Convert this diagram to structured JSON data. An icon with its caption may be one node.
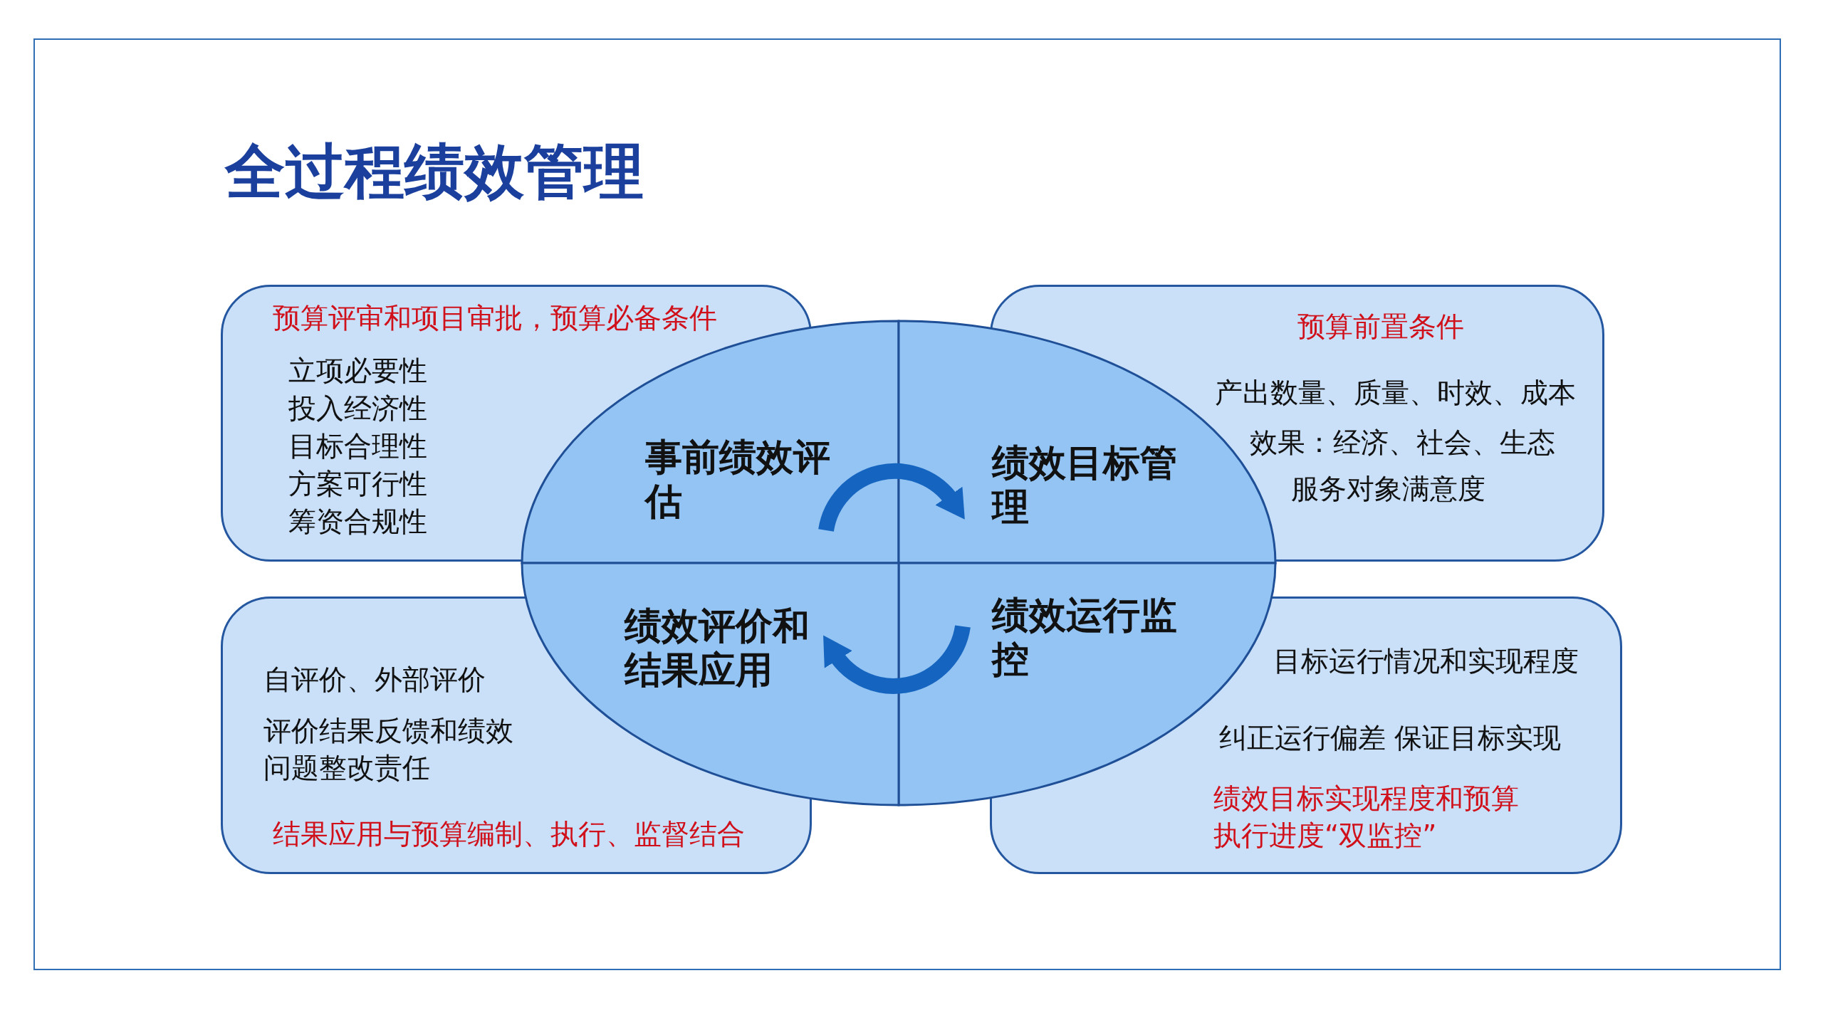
{
  "diagram": {
    "title": "全过程绩效管理",
    "nodes": [
      {
        "text": [
          "预算评审和项目审批，预算必备条件",
          "立项必要性",
          "投入经济性",
          "目标合理性",
          "方案可行性",
          "筹资合规性"
        ]
      },
      {
        "text": [
          "预算前置条件",
          "产出数量、质量、时效、成本",
          "效果：经济、社会、生态",
          "服务对象满意度"
        ]
      },
      {
        "text": [
          "自评价、外部评价",
          "评价结果反馈和绩效问题整改责任",
          "结果应用与预算编制、执行、监督结合"
        ]
      },
      {
        "text": [
          "目标运行情况和实现程度",
          "纠正运行偏差 保证目标实现",
          "绩效目标实现程度和预算执行进度“双监控”"
        ]
      },
      {
        "text": [
          "事前绩效评估"
        ]
      },
      {
        "text": [
          "绩效目标管理"
        ]
      },
      {
        "text": [
          "绩效运行监控"
        ]
      },
      {
        "text": [
          "绩效评价和结果应用"
        ]
      }
    ],
    "edges": [
      {
        "from": 4,
        "to": 5,
        "arrow": "to"
      },
      {
        "from": 6,
        "to": 7,
        "arrow": "to"
      }
    ]
  }
}
